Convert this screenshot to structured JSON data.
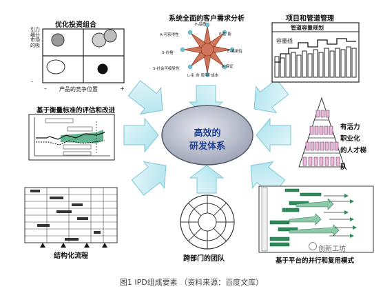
{
  "center": {
    "line1": "高效的",
    "line2": "研发体系"
  },
  "modules": {
    "portfolio": {
      "title": "优化投资组合",
      "y_axis_label": "引力 细分市场的吸",
      "x_axis_label": "产品的竞争位置",
      "x_minus": "–",
      "x_plus": "+",
      "y_plus": "+",
      "y_minus": "–"
    },
    "customer_needs": {
      "title": "系统全面的客户需求分析",
      "spokes": [
        "P-品质",
        "P-性 能",
        "E-易用性",
        "A-保证",
        "L-生 命 周 期 成本",
        "S-社会可接受性",
        "    S-价格",
        "A-可获得性"
      ]
    },
    "pipeline": {
      "title": "项目和管道管理",
      "chart_title": "管道容量规划",
      "series_label": "容量线"
    },
    "metrics": {
      "title": "基于衡量标准的评估和改进"
    },
    "talent": {
      "line1": "有活力",
      "line2": "职业化",
      "line3": "的人才梯",
      "line4": "队"
    },
    "structured": {
      "title": "结构化流程"
    },
    "team": {
      "title": "跨部门的团队"
    },
    "platform": {
      "title": "基于平台的并行和复用模式"
    }
  },
  "caption": "图1  IPD组成要素  （资料来源：百度文库）",
  "watermark": "创新工坊",
  "colors": {
    "arrow_fill": "#c8eef4",
    "arrow_stroke": "#7cc6d6",
    "ellipse_fill": "#c9cdd9",
    "center_text": "#1f3f8f",
    "star_fill": "#d1755a",
    "accent_green": "#2e9a6a"
  }
}
